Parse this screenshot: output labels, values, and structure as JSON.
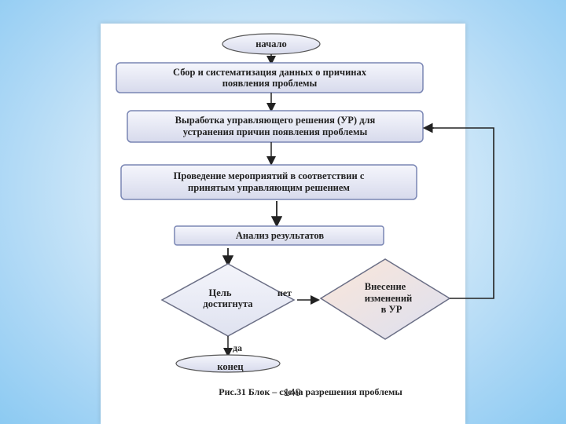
{
  "flowchart": {
    "start": "начало",
    "step1": [
      "Сбор и систематизация данных о причинах",
      "появления проблемы"
    ],
    "step2": [
      "Выработка управляющего решения (УР) для",
      "устранения причин появления проблемы"
    ],
    "step3": [
      "Проведение мероприятий в соответствии с",
      "принятым управляющим решением"
    ],
    "step4": "Анализ результатов",
    "decision1": [
      "Цель",
      "достигнута"
    ],
    "decision2": [
      "Внесение",
      "изменений",
      "в УР"
    ],
    "label_no": "нет",
    "label_yes": "да",
    "end": "конец"
  },
  "caption": "Рис.31  Блок – схема разрешения проблемы",
  "page_number": "149",
  "colors": {
    "box_fill_top": "#f2f3fb",
    "box_fill_bottom": "#d9dcee",
    "box_stroke": "#7a86b4",
    "decision2_fill": "#f3d9c6",
    "line": "#222222"
  }
}
